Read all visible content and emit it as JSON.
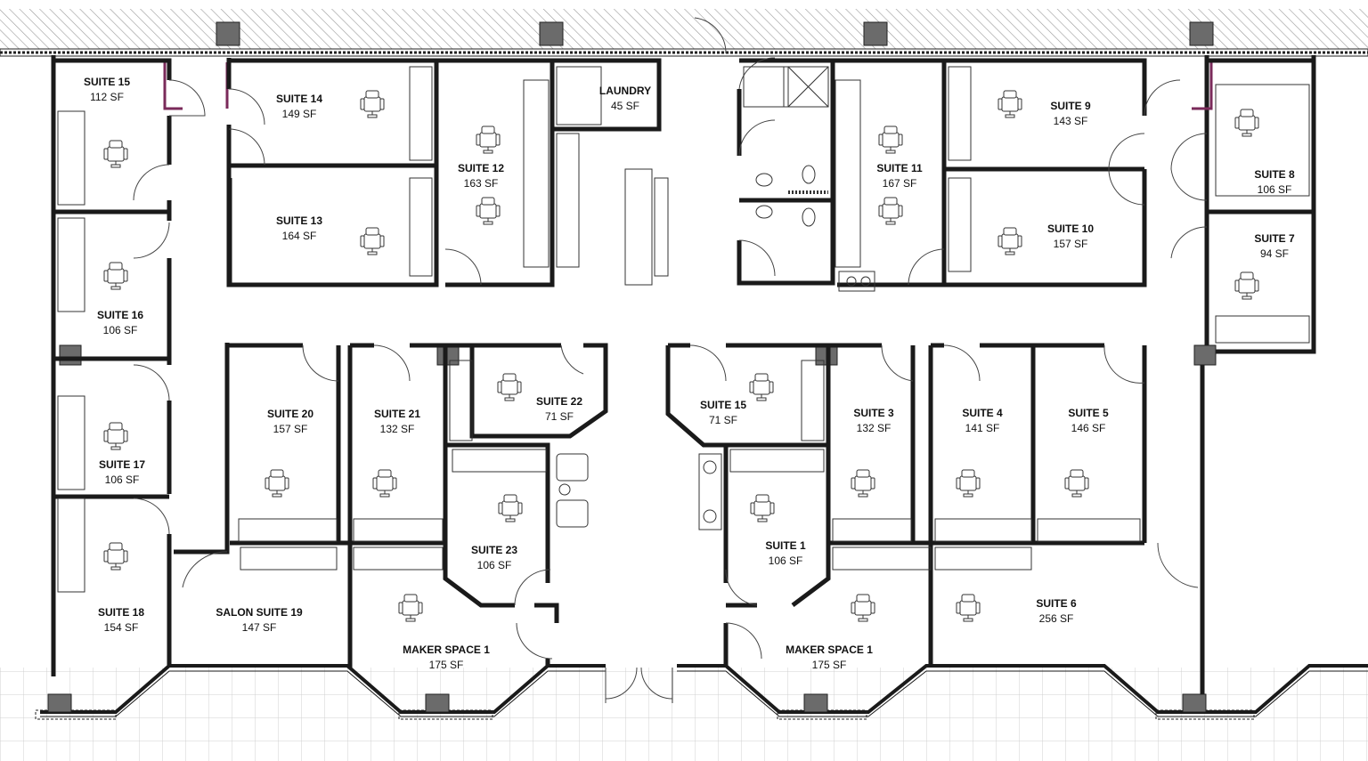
{
  "colors": {
    "wall": "#1a1a1a",
    "column": "#6b6b6b",
    "hatch": "#9a9a9a",
    "accent_wall": "#7a2a5a",
    "exterior_grid": "#d0d0d0"
  },
  "icons": [
    "chair-icon",
    "toilet-icon",
    "sink-icon",
    "washer-icon",
    "shower-icon"
  ],
  "rooms": [
    {
      "id": "suite-15-nw",
      "name": "SUITE 15",
      "area": "112 SF"
    },
    {
      "id": "suite-14",
      "name": "SUITE 14",
      "area": "149 SF"
    },
    {
      "id": "suite-13",
      "name": "SUITE 13",
      "area": "164 SF"
    },
    {
      "id": "suite-12",
      "name": "SUITE 12",
      "area": "163 SF"
    },
    {
      "id": "laundry",
      "name": "LAUNDRY",
      "area": "45 SF"
    },
    {
      "id": "suite-11",
      "name": "SUITE 11",
      "area": "167 SF"
    },
    {
      "id": "suite-9",
      "name": "SUITE 9",
      "area": "143 SF"
    },
    {
      "id": "suite-10",
      "name": "SUITE 10",
      "area": "157 SF"
    },
    {
      "id": "suite-8",
      "name": "SUITE 8",
      "area": "106 SF"
    },
    {
      "id": "suite-7",
      "name": "SUITE 7",
      "area": "94 SF"
    },
    {
      "id": "suite-16",
      "name": "SUITE 16",
      "area": "106 SF"
    },
    {
      "id": "suite-17",
      "name": "SUITE 17",
      "area": "106 SF"
    },
    {
      "id": "suite-18",
      "name": "SUITE 18",
      "area": "154 SF"
    },
    {
      "id": "suite-20",
      "name": "SUITE 20",
      "area": "157 SF"
    },
    {
      "id": "suite-21",
      "name": "SUITE 21",
      "area": "132 SF"
    },
    {
      "id": "suite-22",
      "name": "SUITE 22",
      "area": "71 SF"
    },
    {
      "id": "suite-23",
      "name": "SUITE 23",
      "area": "106 SF"
    },
    {
      "id": "salon-suite-19",
      "name": "SALON SUITE 19",
      "area": "147 SF"
    },
    {
      "id": "maker-space-1-west",
      "name": "MAKER SPACE 1",
      "area": "175 SF"
    },
    {
      "id": "suite-15-center",
      "name": "SUITE 15",
      "area": "71 SF"
    },
    {
      "id": "suite-1",
      "name": "SUITE 1",
      "area": "106 SF"
    },
    {
      "id": "maker-space-1-east",
      "name": "MAKER SPACE 1",
      "area": "175 SF"
    },
    {
      "id": "suite-3",
      "name": "SUITE 3",
      "area": "132 SF"
    },
    {
      "id": "suite-4",
      "name": "SUITE 4",
      "area": "141 SF"
    },
    {
      "id": "suite-5",
      "name": "SUITE 5",
      "area": "146 SF"
    },
    {
      "id": "suite-6",
      "name": "SUITE 6",
      "area": "256 SF"
    }
  ]
}
